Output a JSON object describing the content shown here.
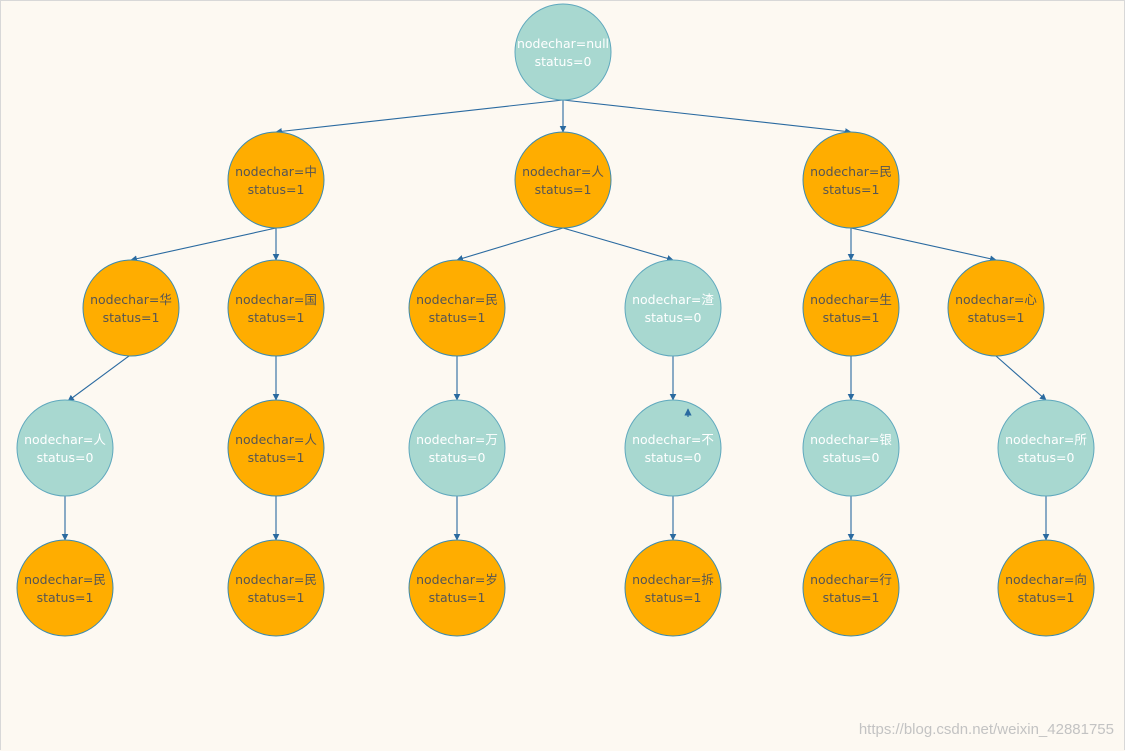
{
  "colors": {
    "teal_fill": "#a8d8d0",
    "teal_stroke": "#5fa8bd",
    "orange_fill": "#ffad00",
    "orange_stroke": "#3a8ab0",
    "edge": "#2a6aa0",
    "teal_text": "#ffffff",
    "orange_text": "#555555"
  },
  "nodes": [
    {
      "id": "root",
      "line1": "nodechar=null",
      "line2": "status=0",
      "status": 0
    },
    {
      "id": "zhong",
      "line1": "nodechar=中",
      "line2": "status=1",
      "status": 1
    },
    {
      "id": "ren",
      "line1": "nodechar=人",
      "line2": "status=1",
      "status": 1
    },
    {
      "id": "min-top",
      "line1": "nodechar=民",
      "line2": "status=1",
      "status": 1
    },
    {
      "id": "hua",
      "line1": "nodechar=华",
      "line2": "status=1",
      "status": 1
    },
    {
      "id": "guo",
      "line1": "nodechar=国",
      "line2": "status=1",
      "status": 1
    },
    {
      "id": "ren-min",
      "line1": "nodechar=民",
      "line2": "status=1",
      "status": 1
    },
    {
      "id": "zha",
      "line1": "nodechar=渣",
      "line2": "status=0",
      "status": 0
    },
    {
      "id": "sheng",
      "line1": "nodechar=生",
      "line2": "status=1",
      "status": 1
    },
    {
      "id": "xin",
      "line1": "nodechar=心",
      "line2": "status=1",
      "status": 1
    },
    {
      "id": "hua-ren",
      "line1": "nodechar=人",
      "line2": "status=0",
      "status": 0
    },
    {
      "id": "guo-ren",
      "line1": "nodechar=人",
      "line2": "status=1",
      "status": 1
    },
    {
      "id": "wan",
      "line1": "nodechar=万",
      "line2": "status=0",
      "status": 0
    },
    {
      "id": "bu",
      "line1": "nodechar=不",
      "line2": "status=0",
      "status": 0
    },
    {
      "id": "yin",
      "line1": "nodechar=银",
      "line2": "status=0",
      "status": 0
    },
    {
      "id": "suo",
      "line1": "nodechar=所",
      "line2": "status=0",
      "status": 0
    },
    {
      "id": "hua-ren-min",
      "line1": "nodechar=民",
      "line2": "status=1",
      "status": 1
    },
    {
      "id": "guo-ren-min",
      "line1": "nodechar=民",
      "line2": "status=1",
      "status": 1
    },
    {
      "id": "sui",
      "line1": "nodechar=岁",
      "line2": "status=1",
      "status": 1
    },
    {
      "id": "chai",
      "line1": "nodechar=拆",
      "line2": "status=1",
      "status": 1
    },
    {
      "id": "hang",
      "line1": "nodechar=行",
      "line2": "status=1",
      "status": 1
    },
    {
      "id": "xiang",
      "line1": "nodechar=向",
      "line2": "status=1",
      "status": 1
    }
  ],
  "edges": [
    [
      "root",
      "zhong"
    ],
    [
      "root",
      "ren"
    ],
    [
      "root",
      "min-top"
    ],
    [
      "zhong",
      "hua"
    ],
    [
      "zhong",
      "guo"
    ],
    [
      "ren",
      "ren-min"
    ],
    [
      "ren",
      "zha"
    ],
    [
      "min-top",
      "sheng"
    ],
    [
      "min-top",
      "xin"
    ],
    [
      "hua",
      "hua-ren"
    ],
    [
      "guo",
      "guo-ren"
    ],
    [
      "ren-min",
      "wan"
    ],
    [
      "zha",
      "bu"
    ],
    [
      "sheng",
      "yin"
    ],
    [
      "xin",
      "suo"
    ],
    [
      "hua-ren",
      "hua-ren-min"
    ],
    [
      "guo-ren",
      "guo-ren-min"
    ],
    [
      "wan",
      "sui"
    ],
    [
      "bu",
      "chai"
    ],
    [
      "yin",
      "hang"
    ],
    [
      "suo",
      "xiang"
    ]
  ],
  "watermark": "https://blog.csdn.net/weixin_42881755"
}
